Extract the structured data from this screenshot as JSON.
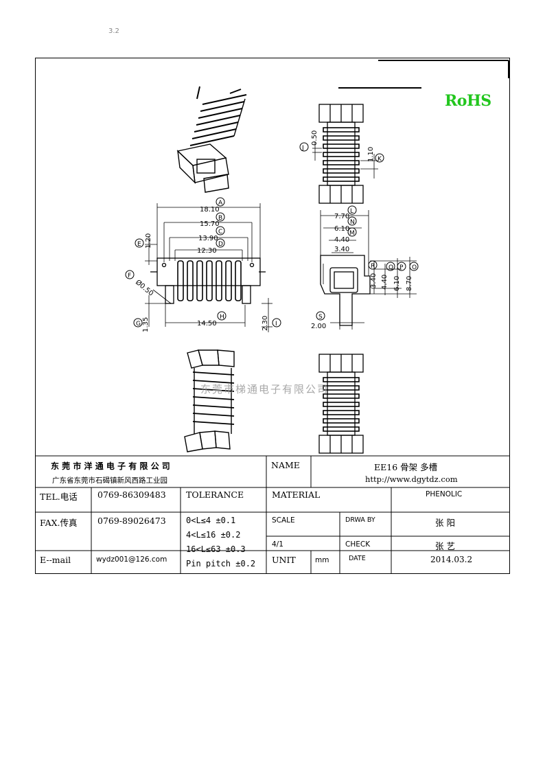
{
  "page_mark": "3.2",
  "rohs_label": "RoHS",
  "watermark": "东莞市梯通电子有限公司",
  "drawing": {
    "callouts": [
      "A",
      "B",
      "C",
      "D",
      "E",
      "F",
      "G",
      "H",
      "I",
      "J",
      "K",
      "L",
      "N",
      "M",
      "R",
      "Q",
      "P",
      "O",
      "S"
    ],
    "dims": {
      "A": "18.10",
      "B": "15.70",
      "C": "13.90",
      "D": "12.30",
      "E": "1.20",
      "F": "Ø0.50",
      "G": "1.35",
      "H": "14.50",
      "I": "2.30",
      "J": "0.50",
      "K": "1.10",
      "L": "7.70",
      "N": "6.10",
      "M": "4.40",
      "R": "3.40",
      "Q": "4.40",
      "P": "6.10",
      "O": "8.70",
      "S": "2.00",
      "M2": "3.40"
    }
  },
  "title_block": {
    "company": "东 莞 市 洋 通 电 子 有 限 公 司",
    "address": "广东省东莞市石碣镇新风西路工业园",
    "name_label": "NAME",
    "name_value": "EE16  骨架  多槽",
    "website": "http://www.dgytdz.com",
    "tel_label": "TEL.电话",
    "tel_value": "0769-86309483",
    "tolerance_label": "TOLERANCE",
    "material_label": "MATERIAL",
    "material_value": "PHENOLIC",
    "fax_label": "FAX.传真",
    "fax_value": "0769-89026473",
    "tol_1": "0<L≤4   ±0.1",
    "tol_2": "4<L≤16  ±0.2",
    "tol_3": "16<L≤63  ±0.3",
    "tol_4": "Pin pitch  ±0.2",
    "scale_label": "SCALE",
    "scale_value": "4/1",
    "drwaby_label": "DRWA BY",
    "drwaby_value": "张  阳",
    "check_label": "CHECK",
    "check_value": "张  艺",
    "email_label": "E--mail",
    "email_value": "wydz001@126.com",
    "unit_label": "UNIT",
    "unit_value": "mm",
    "date_label": "DATE",
    "date_value": "2014.03.2"
  }
}
